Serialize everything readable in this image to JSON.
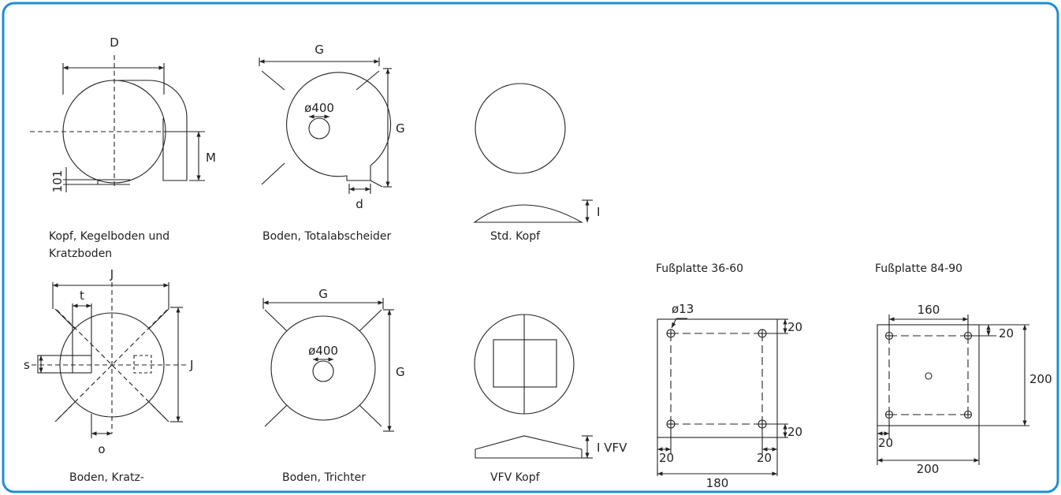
{
  "frame": {
    "border_color": "#1d8fd3"
  },
  "diagrams": {
    "kopf": {
      "caption_line1": "Kopf, Kegelboden und",
      "caption_line2": "Kratzboden",
      "dim_D": "D",
      "dim_M": "M",
      "dim_101": "101"
    },
    "totalabscheider": {
      "caption": "Boden, Totalabscheider",
      "dim_G_top": "G",
      "dim_G_side": "G",
      "dim_d": "d",
      "hole": "ø400"
    },
    "std_kopf": {
      "caption": "Std. Kopf",
      "dim_I": "I"
    },
    "kratz": {
      "caption": "Boden, Kratz-",
      "dim_J_top": "J",
      "dim_J_side": "J",
      "dim_t": "t",
      "dim_s": "s",
      "dim_o": "o"
    },
    "trichter": {
      "caption": "Boden, Trichter",
      "dim_G_top": "G",
      "dim_G_side": "G",
      "hole": "ø400"
    },
    "vfv_kopf": {
      "caption": "VFV Kopf",
      "dim_I": "I VFV"
    },
    "fussplatte_36_60": {
      "caption": "Fußplatte 36-60",
      "hole": "ø13",
      "dim_top": "20",
      "dim_bottom": "20",
      "dim_left": "20",
      "dim_right": "20",
      "dim_width": "180"
    },
    "fussplatte_84_90": {
      "caption": "Fußplatte 84-90",
      "dim_160": "160",
      "dim_20_right": "20",
      "dim_200_side": "200",
      "dim_20_left": "20",
      "dim_200_bottom": "200"
    }
  }
}
